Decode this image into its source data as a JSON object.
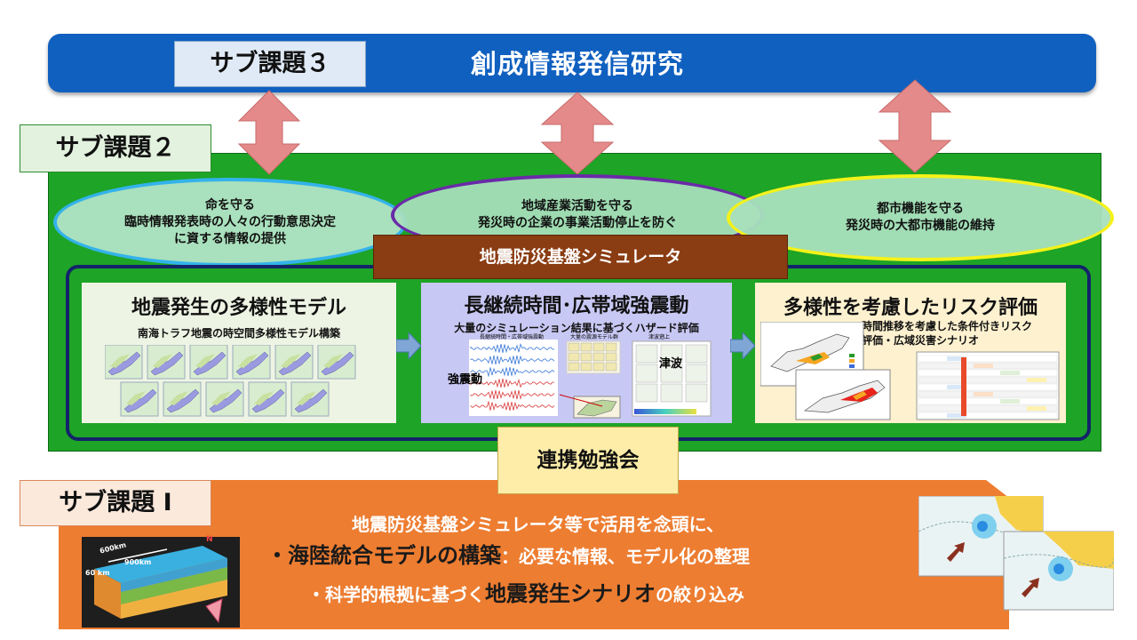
{
  "top": {
    "title": "創成情報発信研究",
    "sub3_label": "サブ課題３"
  },
  "sub2": {
    "label": "サブ課題２",
    "goals": [
      {
        "lines": [
          "命を守る",
          "臨時情報発表時の人々の行動意思決定",
          "に資する情報の提供"
        ]
      },
      {
        "lines": [
          "地域産業活動を守る",
          "発災時の企業の事業活動停止を防ぐ"
        ]
      },
      {
        "lines": [
          "都市機能を守る",
          "発災時の大都市機能の維持"
        ]
      }
    ],
    "simulator": "地震防災基盤シミュレータ",
    "cards": [
      {
        "title": "地震発生の多様性モデル",
        "subtitle": "南海トラフ地震の時空間多様性モデル構築"
      },
      {
        "title": "長継続時間･広帯域強震動",
        "subtitle": "大量のシミュレーション結果に基づくハザード評価",
        "label_motion": "強震動",
        "label_tsunami": "津波",
        "small_1": "長継続時間・広帯域強震動",
        "small_2": "大量の震源モデル群",
        "small_3": "津波遡上"
      },
      {
        "title": "多様性を考慮したリスク評価",
        "subtitle_1": "時間推移を考慮した条件付きリスク",
        "subtitle_2": "評価・広域災害シナリオ"
      }
    ]
  },
  "renkei": "連携勉強会",
  "sub1": {
    "label": "サブ課題 I",
    "line1": "地震防災基盤シミュレータ等で活用を念頭に、",
    "line2_big": "・海陸統合モデルの構築",
    "line2_rest": "：必要な情報、モデル化の整理",
    "line3_pre": "・科学的根拠に基づく",
    "line3_big": "地震発生シナリオ",
    "line3_post": "の絞り込み",
    "model_600": "600km",
    "model_900": "900km",
    "model_60": "60 km",
    "model_n": "N"
  },
  "colors": {
    "banner": "#1060c0",
    "sub2_green": "#1ea426",
    "sub1_orange": "#ed7d31",
    "arrow_pink": "#e58a8a"
  }
}
